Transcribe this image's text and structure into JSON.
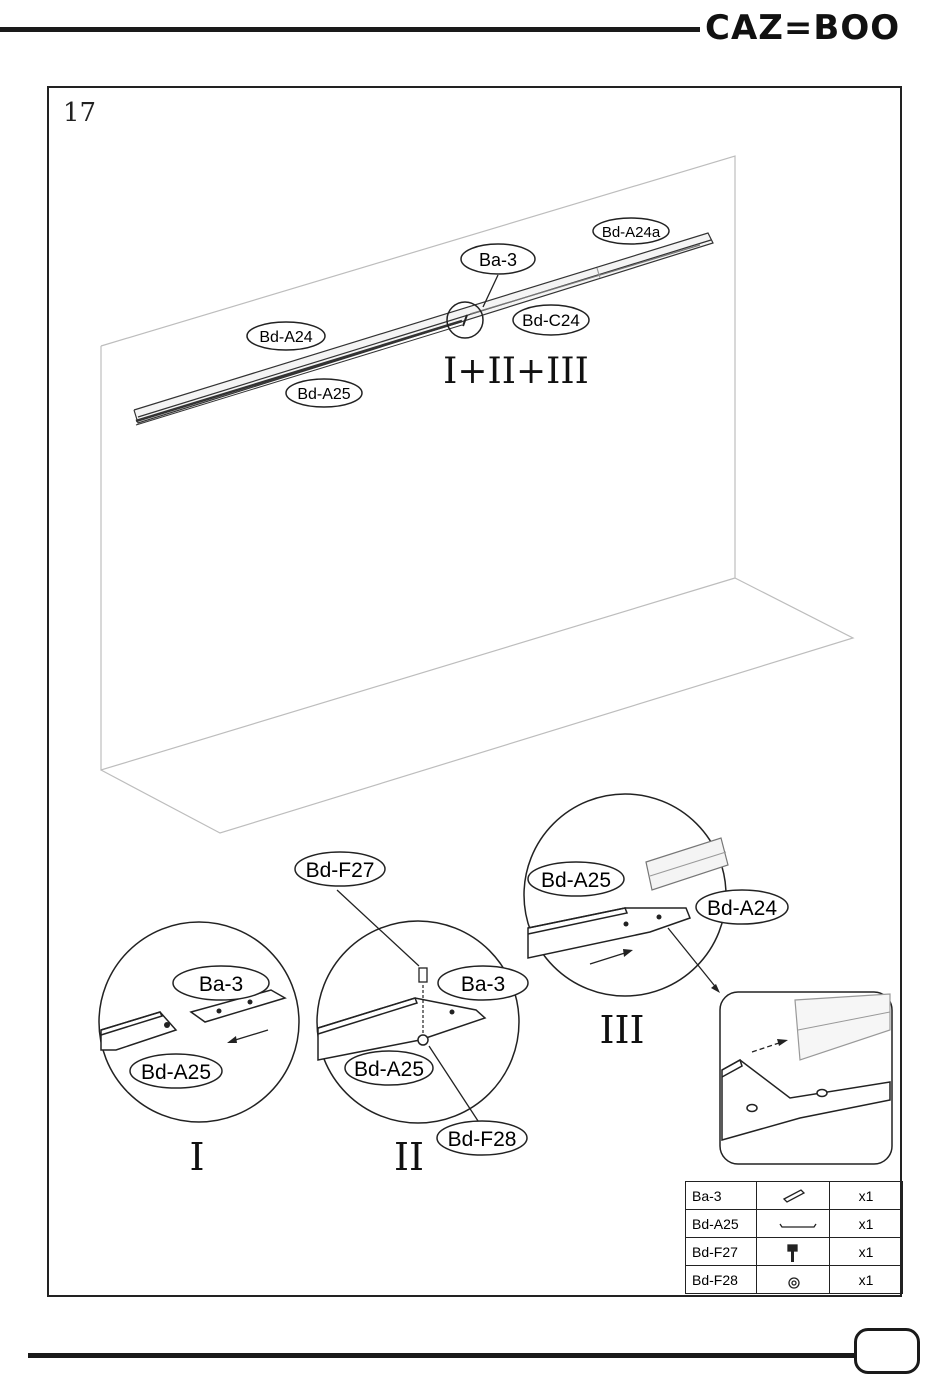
{
  "brand": {
    "name": "CAZ=BOO"
  },
  "step": {
    "number": "17"
  },
  "callouts": {
    "main_ba3": "Ba-3",
    "main_bd_a24a": "Bd-A24a",
    "main_bd_a24": "Bd-A24",
    "main_bd_c24": "Bd-C24",
    "main_bd_a25": "Bd-A25",
    "main_sequence": "I+II+III",
    "d1_ba3": "Ba-3",
    "d1_bd_a25": "Bd-A25",
    "d1_roman": "I",
    "d2_bd_f27": "Bd-F27",
    "d2_ba3": "Ba-3",
    "d2_bd_a25": "Bd-A25",
    "d2_bd_f28": "Bd-F28",
    "d2_roman": "II",
    "d3_bd_a25": "Bd-A25",
    "d3_bd_a24": "Bd-A24",
    "d3_roman": "III"
  },
  "parts_table": [
    {
      "code": "Ba-3",
      "icon": "flat-plate-icon",
      "qty": "x1"
    },
    {
      "code": "Bd-A25",
      "icon": "rail-bracket-icon",
      "qty": "x1"
    },
    {
      "code": "Bd-F27",
      "icon": "screw-icon",
      "qty": "x1"
    },
    {
      "code": "Bd-F28",
      "icon": "nut-icon",
      "qty": "x1"
    }
  ],
  "page_number": {
    "value": ""
  }
}
